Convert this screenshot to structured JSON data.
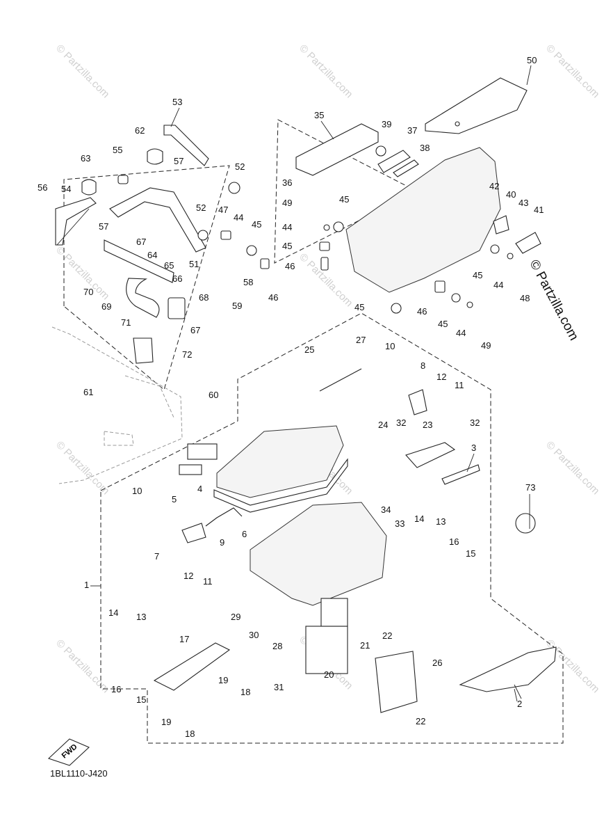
{
  "watermark": "© Partzilla.com",
  "brand_label": "© Partzilla.com",
  "diagram_code": "1BL1110-J420",
  "fwd_label": "FWD",
  "callouts": [
    "1",
    "2",
    "3",
    "4",
    "5",
    "6",
    "7",
    "8",
    "9",
    "10",
    "10",
    "11",
    "11",
    "12",
    "12",
    "13",
    "13",
    "14",
    "14",
    "15",
    "15",
    "16",
    "16",
    "17",
    "18",
    "18",
    "19",
    "19",
    "20",
    "21",
    "22",
    "22",
    "23",
    "24",
    "25",
    "26",
    "27",
    "28",
    "29",
    "30",
    "31",
    "32",
    "32",
    "33",
    "34",
    "35",
    "36",
    "37",
    "38",
    "39",
    "40",
    "41",
    "42",
    "43",
    "44",
    "44",
    "44",
    "44",
    "45",
    "45",
    "45",
    "45",
    "45",
    "45",
    "46",
    "46",
    "46",
    "47",
    "48",
    "49",
    "49",
    "50",
    "51",
    "52",
    "52",
    "53",
    "54",
    "55",
    "56",
    "57",
    "57",
    "58",
    "59",
    "60",
    "61",
    "62",
    "63",
    "64",
    "65",
    "66",
    "67",
    "67",
    "68",
    "69",
    "70",
    "71",
    "72",
    "73"
  ]
}
